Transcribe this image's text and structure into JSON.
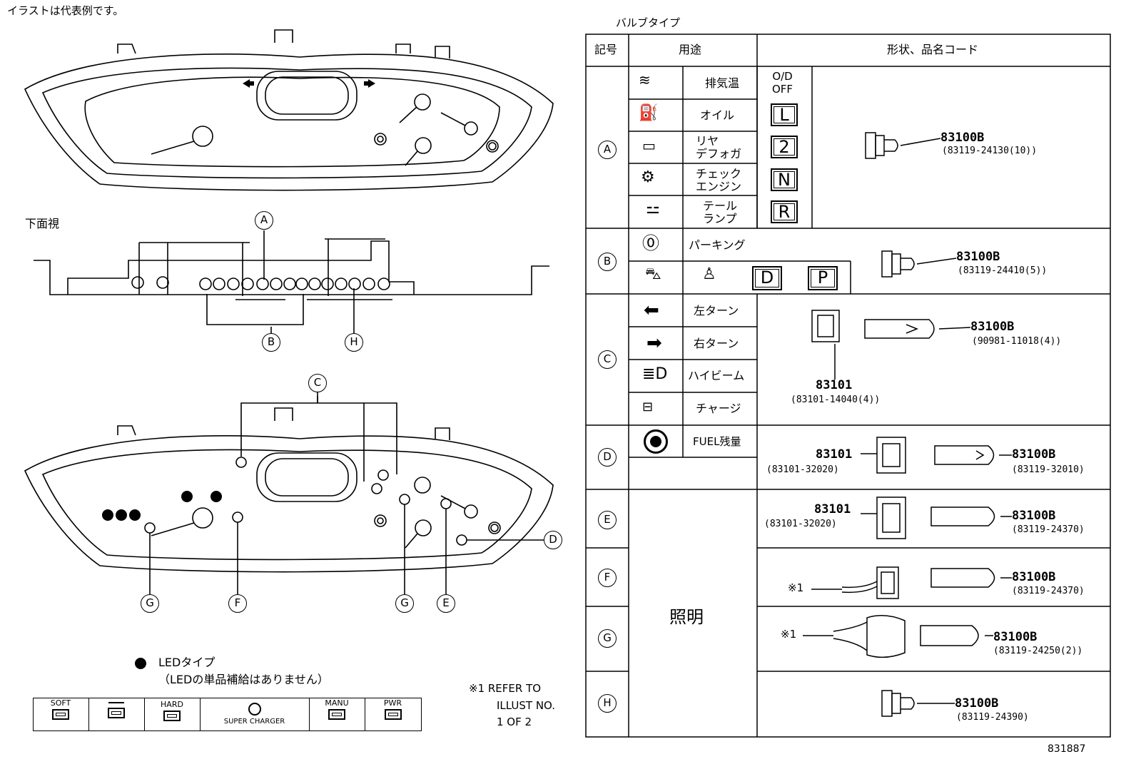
{
  "note_top": "イラストは代表例です。",
  "label_bottom_view": "下面視",
  "bulb_legend": "バルブタイプ",
  "led_legend": "LEDタイプ",
  "led_note": "（LEDの単品補給はありません）",
  "refer_note": [
    "※1  REFER TO",
    "ILLUST NO.",
    "1 OF 2"
  ],
  "figure_id": "831887",
  "callout_letters": [
    "A",
    "B",
    "C",
    "D",
    "E",
    "F",
    "G",
    "H"
  ],
  "switch_panel": [
    "SOFT",
    "HARD",
    "SUPER CHARGER",
    "MANU",
    "PWR"
  ],
  "table": {
    "headers": [
      "記号",
      "用途",
      "形状、品名コード"
    ],
    "uses_a": [
      "排気温",
      "オイル",
      "リヤ\nデフォガ",
      "チェック\nエンジン",
      "テール\nランプ"
    ],
    "letters_a": [
      "O/D\nOFF",
      "L",
      "2",
      "N",
      "R"
    ],
    "use_b": "パーキング",
    "letters_b": [
      "D",
      "P"
    ],
    "uses_c": [
      "左ターン",
      "右ターン",
      "ハイビーム",
      "チャージ"
    ],
    "use_d": "FUEL残量",
    "use_illum": "照明",
    "star1": "※1",
    "parts": {
      "a_bulb": "83100B",
      "a_code": "(83119-24130(10))",
      "b_bulb": "83100B",
      "b_code": "(83119-24410(5))",
      "c_bulb": "83100B",
      "c_code": "(90981-11018(4))",
      "c_sock": "83101",
      "c_sock_code": "(83101-14040(4))",
      "d_sock": "83101",
      "d_sock_code": "(83101-32020)",
      "d_bulb": "83100B",
      "d_code": "(83119-32010)",
      "e_sock": "83101",
      "e_sock_code": "(83101-32020)",
      "e_bulb": "83100B",
      "e_code": "(83119-24370)",
      "f_bulb": "83100B",
      "f_code": "(83119-24370)",
      "g_bulb": "83100B",
      "g_code": "(83119-24250(2))",
      "h_bulb": "83100B",
      "h_code": "(83119-24390)"
    }
  }
}
